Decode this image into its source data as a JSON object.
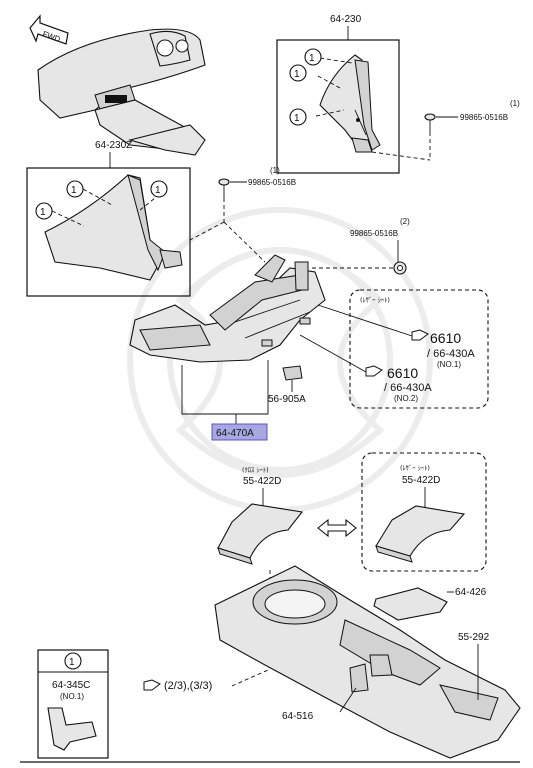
{
  "labels": {
    "fwd": "FWD",
    "p64_230": "64-230",
    "p64_230z": "64-230Z",
    "bolt_r_qty": "(1)",
    "bolt_r": "99865-0516B",
    "bolt_l_qty": "(1)",
    "bolt_l": "99865-0516B",
    "bolt_c_qty": "(2)",
    "bolt_c": "99865-0516B",
    "leather_note": "(ﾚｻﾞｰ ｼｰﾄ)",
    "ref1_num": "6610",
    "ref1_part": "/ 66-430A",
    "ref1_no": "(NO.1)",
    "ref2_num": "6610",
    "ref2_part": "/ 66-430A",
    "ref2_no": "(NO.2)",
    "p56_905a": "56-905A",
    "p64_470a": "64-470A",
    "cloth_note": "(ｸﾛｽ ｼｰﾄ)",
    "p55_422d_cloth": "55-422D",
    "leather_note2": "(ﾚｻﾞｰ ｼｰﾄ)",
    "p55_422d_leather": "55-422D",
    "p64_426": "64-426",
    "p55_292": "55-292",
    "ref_pages": "(2/3),(3/3)",
    "p64_516": "64-516",
    "legend_num": "1",
    "p64_345c": "64-345C",
    "legend_no": "(NO.1)",
    "callout": "1"
  },
  "colors": {
    "highlight_fill": "#a9a6e4",
    "highlight_stroke": "#5b57b8",
    "line": "#111111",
    "watermark": "#ececec"
  },
  "icons": {
    "reference": "pointing-hand-icon",
    "direction": "forward-arrow-icon",
    "swap": "double-arrow-icon",
    "callout": "numbered-circle-icon"
  }
}
